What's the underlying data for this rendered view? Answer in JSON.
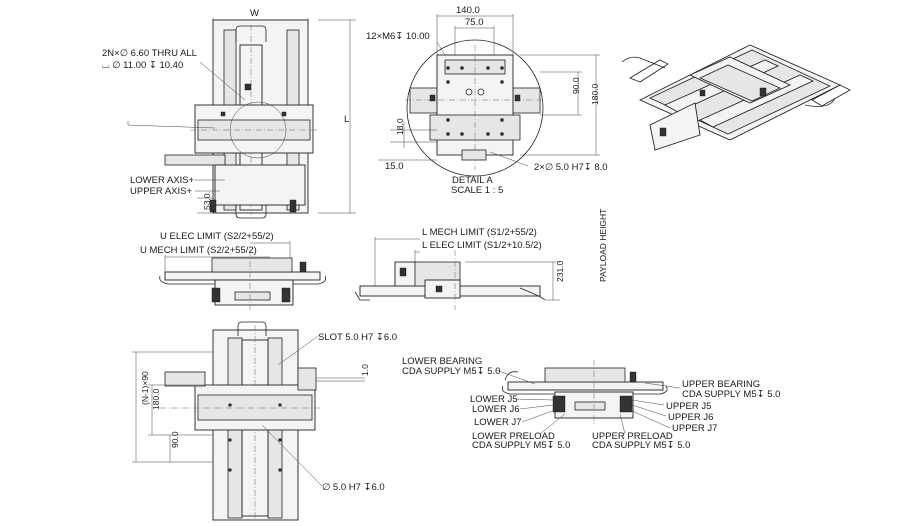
{
  "top_view": {
    "dim_width": "W",
    "dim_length": "L",
    "hole_callout_1": "2N×∅ 6.60 THRU ALL",
    "hole_callout_2": "⌴ ∅ 11.00 ↧ 10.40",
    "lower_axis": "LOWER AXIS+",
    "upper_axis": "UPPER AXIS+",
    "dim_53": "53.0"
  },
  "detail_a": {
    "dim_140": "140.0",
    "dim_75": "75.0",
    "thread_callout": "12×M6↧ 10.00",
    "dim_90": "90.0",
    "dim_180": "180.0",
    "dim_18": "18.0",
    "dim_15": "15.0",
    "pin_callout": "2×∅ 5.0 H7↧ 8.0",
    "title": "DETAIL A",
    "scale": "SCALE 1 : 5"
  },
  "side_view_left": {
    "u_elec_limit": "U ELEC LIMIT (S2/2+55/2)",
    "u_mech_limit": "U MECH LIMIT (S2/2+55/2)"
  },
  "side_view_right": {
    "l_mech_limit": "L MECH LIMIT (S1/2+55/2)",
    "l_elec_limit": "L ELEC LIMIT (S1/2+10.5/2)",
    "dim_231": "231.0",
    "payload_height": "PAYLOAD HEIGHT"
  },
  "bottom_view": {
    "slot_callout": "SLOT 5.0 H7 ↧6.0",
    "dim_1": "1.0",
    "dim_n1x90": "(N-1)×90",
    "dim_180": "180.0",
    "dim_90": "90.0",
    "pin_callout": "∅ 5.0 H7 ↧6.0"
  },
  "end_view": {
    "lower_bearing_1": "LOWER BEARING",
    "lower_bearing_2": "CDA SUPPLY M5↧ 5.0",
    "lower_j5": "LOWER J5",
    "lower_j6": "LOWER J6",
    "lower_j7": "LOWER J7",
    "lower_preload_1": "LOWER PRELOAD",
    "lower_preload_2": "CDA SUPPLY M5↧ 5.0",
    "upper_preload_1": "UPPER PRELOAD",
    "upper_preload_2": "CDA SUPPLY M5↧ 5.0",
    "upper_bearing_1": "UPPER BEARING",
    "upper_bearing_2": "CDA SUPPLY M5↧ 5.0",
    "upper_j5": "UPPER J5",
    "upper_j6": "UPPER J6",
    "upper_j7": "UPPER J7"
  }
}
